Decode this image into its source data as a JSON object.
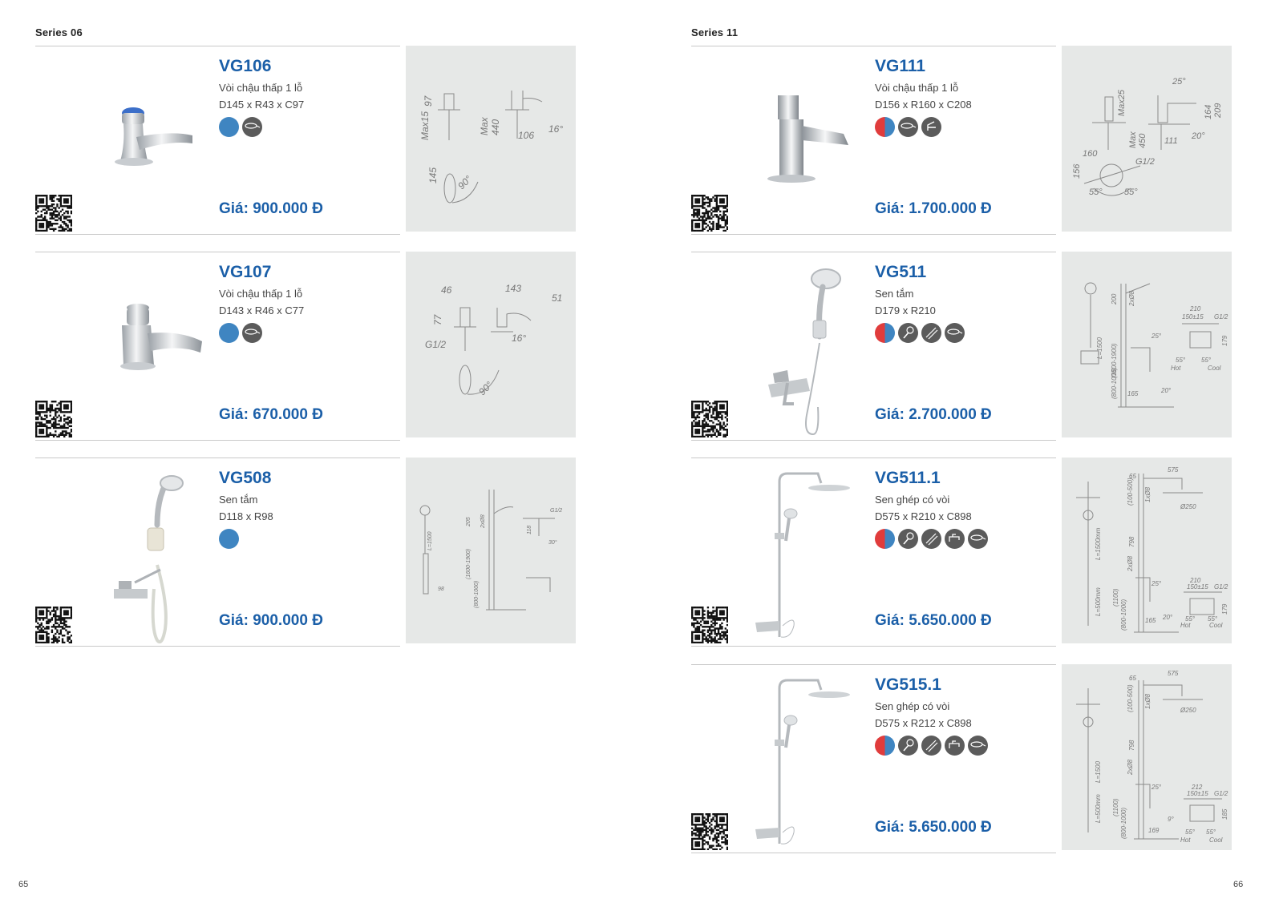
{
  "left_page": {
    "series": "Series 06",
    "page_number": "65",
    "products": [
      {
        "model": "VG106",
        "description": "Vòi chậu thấp 1 lỗ",
        "dimensions": "D145 x R43 x C97",
        "price": "Giá: 900.000 Đ",
        "features": [
          "cold-water-icon",
          "aerator-icon"
        ],
        "drawing_labels": [
          "Max15",
          "97",
          "Max",
          "440",
          "106",
          "16°",
          "145",
          "90°"
        ]
      },
      {
        "model": "VG107",
        "description": "Vòi chậu thấp 1 lỗ",
        "dimensions": "D143 x R46 x C77",
        "price": "Giá: 670.000 Đ",
        "features": [
          "cold-water-icon",
          "aerator-icon"
        ],
        "drawing_labels": [
          "46",
          "143",
          "51",
          "77",
          "G1/2",
          "16°",
          "90°"
        ]
      },
      {
        "model": "VG508",
        "description": "Sen tắm",
        "dimensions": "D118 x R98",
        "price": "Giá: 900.000 Đ",
        "features": [
          "cold-water-icon"
        ],
        "drawing_labels": [
          "L=1500",
          "205",
          "2xØ8",
          "(1600-1900)",
          "(800-1000)",
          "98",
          "G1/2",
          "118",
          "30°"
        ]
      }
    ]
  },
  "right_page": {
    "series": "Series 11",
    "page_number": "66",
    "products": [
      {
        "model": "VG111",
        "description": "Vòi chậu thấp 1 lỗ",
        "dimensions": "D156 x R160 x C208",
        "price": "Giá: 1.700.000 Đ",
        "features": [
          "hot-cold-water-icon",
          "aerator-icon",
          "hand-lever-icon"
        ],
        "drawing_labels": [
          "25°",
          "Max25",
          "164",
          "209",
          "Max",
          "450",
          "111",
          "20°",
          "160",
          "G1/2",
          "156",
          "55°",
          "55°"
        ]
      },
      {
        "model": "VG511",
        "description": "Sen tắm",
        "dimensions": "D179 x R210",
        "price": "Giá: 2.700.000 Đ",
        "features": [
          "hot-cold-water-icon",
          "hand-shower-icon",
          "shower-spray-icon",
          "aerator-icon"
        ],
        "drawing_labels": [
          "200",
          "2xØ8",
          "L=1500",
          "(1600-1900)",
          "(800-1000)",
          "210",
          "150±15",
          "G1/2",
          "25°",
          "179",
          "Hot",
          "55°",
          "55°",
          "Cool",
          "165",
          "20°"
        ]
      },
      {
        "model": "VG511.1",
        "description": "Sen ghép có vòi",
        "dimensions": "D575 x R210 x C898",
        "price": "Giá: 5.650.000 Đ",
        "features": [
          "hot-cold-water-icon",
          "hand-shower-icon",
          "shower-spray-icon",
          "tub-spout-icon",
          "aerator-icon"
        ],
        "drawing_labels": [
          "65",
          "575",
          "(100-500)",
          "1xØ8",
          "Ø250",
          "L=1500mm",
          "798",
          "2xØ8",
          "25°",
          "210",
          "150±15",
          "G1/2",
          "L=500mm",
          "(1100)",
          "(800-1000)",
          "165",
          "20°",
          "179",
          "Hot",
          "55°",
          "55°",
          "Cool"
        ]
      },
      {
        "model": "VG515.1",
        "description": "Sen ghép có vòi",
        "dimensions": "D575 x R212 x C898",
        "price": "Giá: 5.650.000 Đ",
        "features": [
          "hot-cold-water-icon",
          "hand-shower-icon",
          "shower-spray-icon",
          "tub-spout-icon",
          "aerator-icon"
        ],
        "drawing_labels": [
          "65",
          "575",
          "(100-500)",
          "1xØ8",
          "Ø250",
          "L=1500",
          "798",
          "2xØ8",
          "25°",
          "212",
          "150±15",
          "G1/2",
          "L=500mm",
          "(1100)",
          "(800-1000)",
          "169",
          "9°",
          "185",
          "Hot",
          "55°",
          "55°",
          "Cool"
        ]
      }
    ]
  },
  "colors": {
    "accent": "#1b5fa8",
    "cold_water": "#3f85c1",
    "hot_water": "#e03c3c",
    "icon_gray": "#5b5b5b",
    "drawing_bg": "#e6e8e7"
  }
}
